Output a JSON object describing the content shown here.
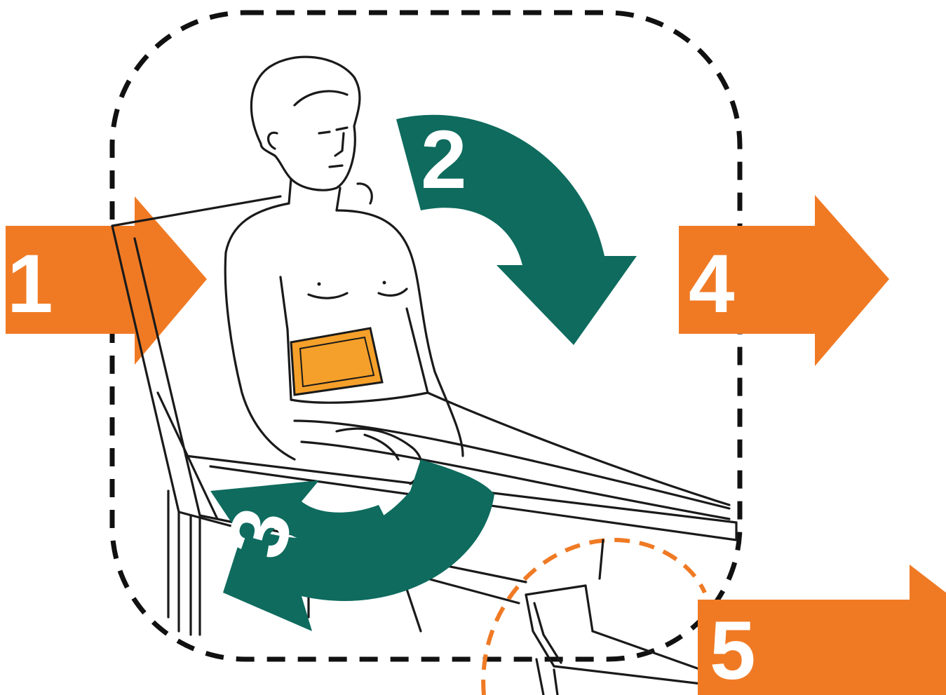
{
  "colors": {
    "orange": "#f07a24",
    "green": "#0e6b5e",
    "pad": "#f5a02a",
    "outline": "#1a1a1a",
    "dash_black": "#111111",
    "dash_orange": "#f07a24"
  },
  "steps": [
    {
      "label": "1",
      "kind": "orange-arrow",
      "direction": "right"
    },
    {
      "label": "2",
      "kind": "green-curved-arrow",
      "direction": "clockwise-down"
    },
    {
      "label": "3",
      "kind": "green-curved-arrow",
      "direction": "counterclockwise-left"
    },
    {
      "label": "4",
      "kind": "orange-arrow",
      "direction": "right"
    },
    {
      "label": "5",
      "kind": "orange-arrow",
      "direction": "right"
    }
  ],
  "icons": {
    "person": "seated-person-illustration",
    "pad": "heat-pad",
    "chair": "reclining-chair",
    "detail": "chair-detail-inset"
  }
}
